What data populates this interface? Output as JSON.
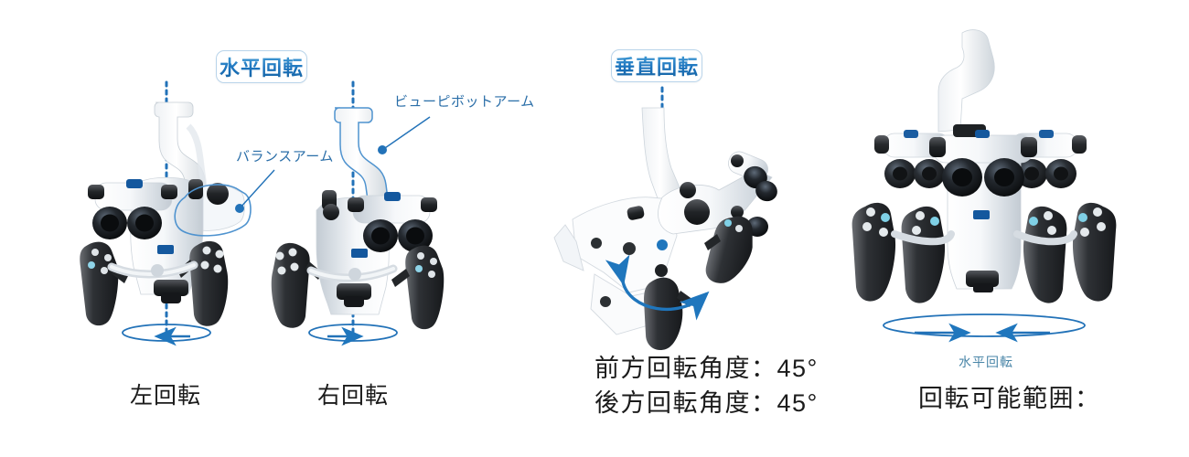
{
  "page": {
    "background": "#ffffff",
    "accent_blue": "#1c73bd",
    "light_blue": "#6fb4df",
    "border_blue": "#b9d4ea"
  },
  "panels": [
    {
      "id": "horizontal-rotation",
      "badge": "水平回転",
      "callouts": [
        {
          "id": "balance-arm",
          "label": "バランスアーム"
        },
        {
          "id": "view-pivot-arm",
          "label": "ビューピボットアーム"
        }
      ],
      "captions": [
        {
          "id": "left-rotation",
          "label": "左回転"
        },
        {
          "id": "right-rotation",
          "label": "右回転"
        }
      ],
      "arrows": [
        {
          "id": "ellipse-arrow-left",
          "direction": "left"
        },
        {
          "id": "ellipse-arrow-right",
          "direction": "right"
        }
      ]
    },
    {
      "id": "vertical-rotation",
      "badge": "垂直回転",
      "captions": [
        {
          "id": "forward-rotation-angle",
          "label": "前方回転角度：45°"
        },
        {
          "id": "backward-rotation-angle",
          "label": "後方回転角度：45°"
        }
      ],
      "arrows": [
        {
          "id": "arc-double-arrow",
          "direction": "bidirectional"
        }
      ]
    },
    {
      "id": "rotation-range",
      "sub_label": "水平回転",
      "captions": [
        {
          "id": "rotation-range-label",
          "label": "回転可能範囲："
        }
      ],
      "arrows": [
        {
          "id": "ellipse-double-arrow",
          "direction": "bidirectional"
        }
      ]
    }
  ]
}
